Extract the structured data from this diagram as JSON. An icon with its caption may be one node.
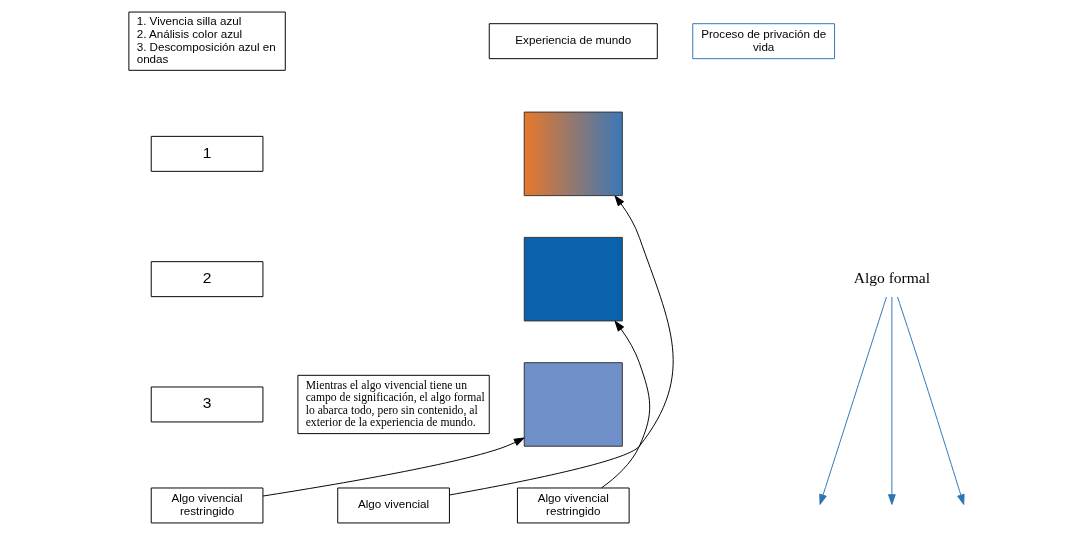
{
  "diagram": {
    "nodes": [
      {
        "text": [
          "1. Vivencia silla azul",
          "2. Análisis color azul",
          "3. Descomposición azul en ondas"
        ]
      },
      {
        "text": [
          "Experiencia de mundo"
        ]
      },
      {
        "text": [
          "Proceso de privación de vida"
        ]
      },
      {
        "text": [],
        "shape": "box"
      },
      {
        "text": [
          "1"
        ]
      },
      {
        "text": [],
        "shape": "box"
      },
      {
        "text": [
          "2"
        ]
      },
      {
        "text": [],
        "shape": "box"
      },
      {
        "text": [
          "3"
        ]
      },
      {
        "text": [
          "Algo formal"
        ]
      },
      {
        "text": [
          "Mientras el algo vivencial tiene un campo de significación, el algo formal lo abarca todo, pero sin contenido, al exterior de la experiencia de mundo."
        ]
      },
      {
        "text": [
          "Algo vivencial restringido"
        ]
      },
      {
        "text": [
          "Algo vivencial restringido"
        ]
      },
      {
        "text": [
          "Algo vivencial"
        ]
      }
    ],
    "edges": [
      {
        "from": 9,
        "to": null,
        "arrow": "to",
        "color": "#2e75b6"
      },
      {
        "from": 9,
        "to": null,
        "arrow": "to",
        "color": "#2e75b6"
      },
      {
        "from": 9,
        "to": null,
        "arrow": "to",
        "color": "#2e75b6"
      },
      {
        "from": 11,
        "to": 7,
        "arrow": "to",
        "color": "#000000"
      },
      {
        "from": 12,
        "to": 5,
        "arrow": "to",
        "color": "#000000"
      },
      {
        "from": 13,
        "to": 3,
        "arrow": "to",
        "color": "#000000"
      }
    ]
  }
}
